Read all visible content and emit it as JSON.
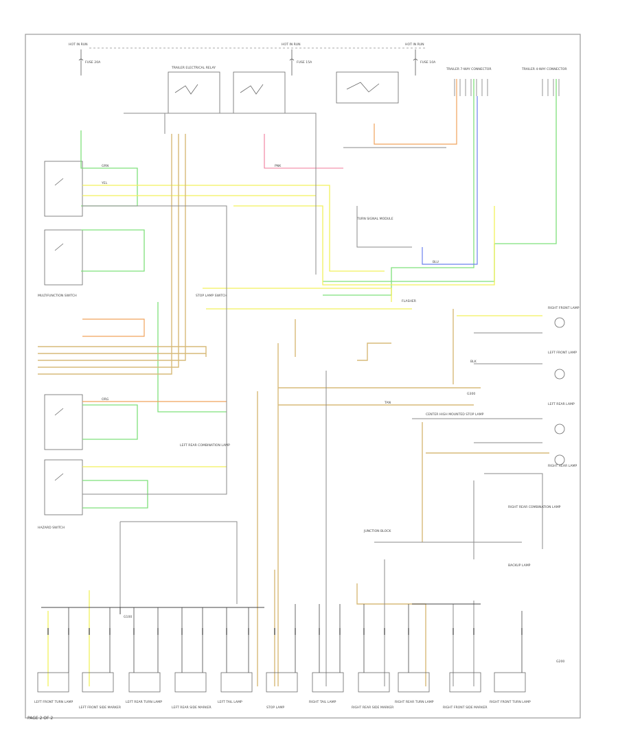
{
  "diagram": {
    "title": "",
    "page_number": "PAGE 2 OF 2",
    "colors": {
      "frame": "#9a9a9a",
      "ground": "#444444",
      "yellow": "#f2f05a",
      "tan": "#d7ba78",
      "orange": "#f1a25a",
      "green": "#7ee07a",
      "blue": "#6a80ee",
      "pink": "#f07a9a",
      "gray": "#8a8a8a"
    },
    "labels": {
      "hot_left": "HOT IN RUN",
      "hot_mid": "HOT IN RUN",
      "hot_right": "HOT IN RUN",
      "fuse_a": "FUSE 20A",
      "fuse_b": "FUSE 15A",
      "fuse_c": "FUSE 10A",
      "trailer_lamp_relay": "TRAILER ELECTRICAL RELAY",
      "trailer_connector_a": "TRAILER 7-WAY CONNECTOR",
      "trailer_connector_b": "TRAILER 4-WAY CONNECTOR",
      "turn_signal_module": "TURN SIGNAL MODULE",
      "multifunction_switch": "MULTIFUNCTION SWITCH",
      "left_rear_combo": "LEFT REAR COMBINATION LAMP",
      "right_rear_combo": "RIGHT REAR COMBINATION LAMP",
      "hazard_switch": "HAZARD SWITCH",
      "stop_lamp_switch": "STOP LAMP SWITCH",
      "flasher": "FLASHER",
      "junction_block": "JUNCTION BLOCK",
      "ground_g1": "G100",
      "ground_g2": "G200",
      "ground_g3": "G300",
      "left_front_lamp": "LEFT FRONT LAMP",
      "right_front_lamp": "RIGHT FRONT LAMP",
      "left_rear_lamp": "LEFT REAR LAMP",
      "right_rear_lamp": "RIGHT REAR LAMP",
      "center_high_mount": "CENTER HIGH MOUNTED STOP LAMP",
      "backup_lamp": "BACKUP LAMP",
      "wire_ylw": "YEL",
      "wire_grn": "GRN",
      "wire_org": "ORG",
      "wire_blu": "BLU",
      "wire_pnk": "PNK",
      "wire_tan": "TAN",
      "wire_blk": "BLK"
    },
    "bottom_lamps": [
      "LEFT FRONT TURN LAMP",
      "LEFT FRONT SIDE MARKER",
      "LEFT REAR TURN LAMP",
      "LEFT REAR SIDE MARKER",
      "LEFT TAIL LAMP",
      "STOP LAMP",
      "RIGHT TAIL LAMP",
      "RIGHT REAR SIDE MARKER",
      "RIGHT REAR TURN LAMP",
      "RIGHT FRONT SIDE MARKER",
      "RIGHT FRONT TURN LAMP"
    ]
  }
}
